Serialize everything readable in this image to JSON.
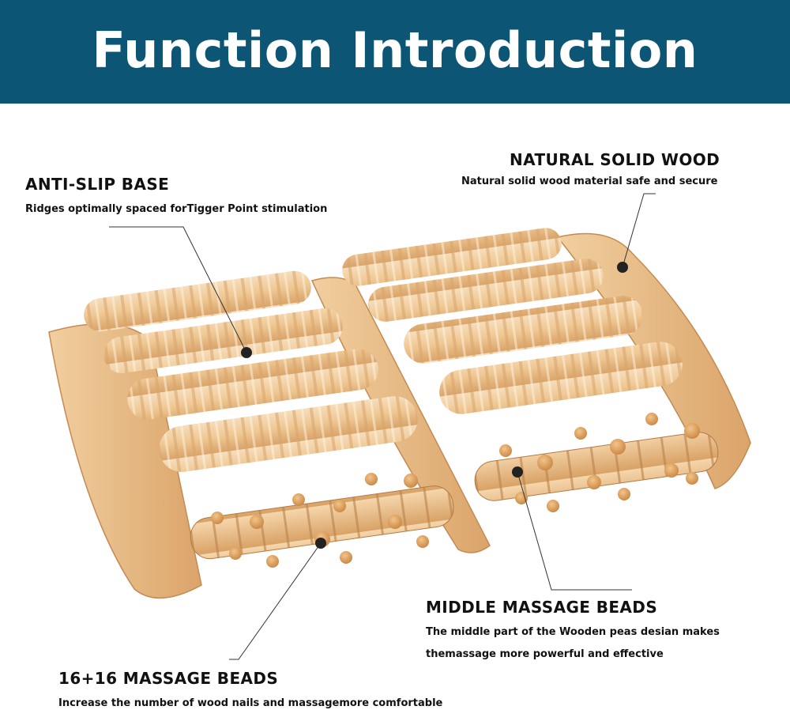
{
  "banner": {
    "title": "Function Introduction",
    "background": "#0c5574",
    "text_color": "#ffffff"
  },
  "product_image": {
    "alt": "wooden foot massage roller"
  },
  "callouts": {
    "anti_slip_base": {
      "title": "ANTI-SLIP BASE",
      "description": "Ridges optimally spaced forTigger Point stimulation"
    },
    "natural_solid_wood": {
      "title": "NATURAL SOLID WOOD",
      "description": "Natural solid wood material safe and secure"
    },
    "middle_massage_beads": {
      "title": "MIDDLE MASSAGE BEADS",
      "description_lines": [
        "The middle part of the Wooden peas desian makes",
        "themassage more powerful and effective"
      ]
    },
    "massage_beads_16_16": {
      "title": "16+16 MASSAGE BEADS",
      "description": "Increase the number of wood nails and massagemore comfortable"
    }
  },
  "colors": {
    "wood_light": "#f2d4ad",
    "wood_mid": "#e3b47d",
    "wood_dark": "#c98c4f",
    "text": "#111111",
    "leader_line": "#333333"
  }
}
